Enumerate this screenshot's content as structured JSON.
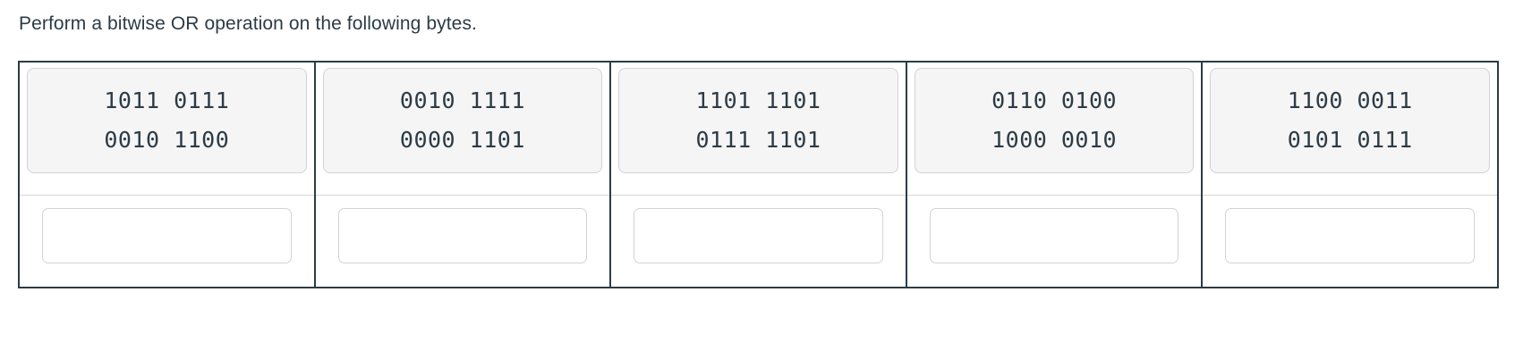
{
  "prompt": "Perform a bitwise OR operation on the following bytes.",
  "colors": {
    "text": "#2d3b45",
    "table_border": "#2d3b45",
    "row_divider": "#d6d6d6",
    "card_background": "#f5f5f5",
    "card_border": "#cfd3d6",
    "input_border": "#d3d3d3",
    "page_background": "#ffffff"
  },
  "table": {
    "columns": [
      {
        "operand_top": "1011 0111",
        "operand_bottom": "0010 1100",
        "answer_value": "",
        "answer_placeholder": ""
      },
      {
        "operand_top": "0010 1111",
        "operand_bottom": "0000 1101",
        "answer_value": "",
        "answer_placeholder": ""
      },
      {
        "operand_top": "1101 1101",
        "operand_bottom": "0111 1101",
        "answer_value": "",
        "answer_placeholder": ""
      },
      {
        "operand_top": "0110 0100",
        "operand_bottom": "1000 0010",
        "answer_value": "",
        "answer_placeholder": ""
      },
      {
        "operand_top": "1100 0011",
        "operand_bottom": "0101 0111",
        "answer_value": "",
        "answer_placeholder": ""
      }
    ]
  }
}
